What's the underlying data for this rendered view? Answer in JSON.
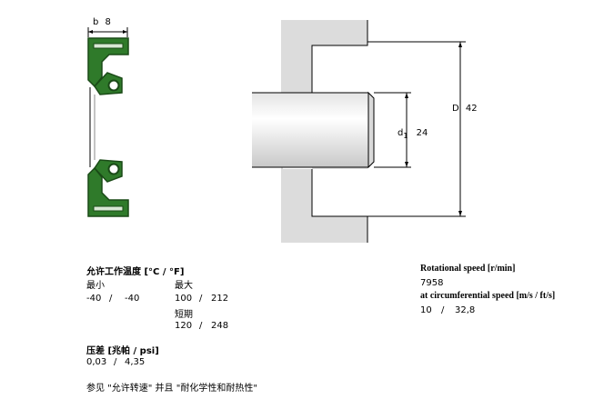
{
  "seal_section": {
    "b_label": "b",
    "b_value": "8"
  },
  "installation": {
    "d1_label": "d",
    "d1_sub": "1",
    "d1_value": "24",
    "D_label": "D",
    "D_value": "42"
  },
  "temperature": {
    "heading": "允许工作温度 [°C / °F]",
    "min_label": "最小",
    "max_label": "最大",
    "min_c": "-40",
    "min_sep": "/",
    "min_f": "-40",
    "max_c": "100",
    "max_sep": "/",
    "max_f": "212",
    "short_label": "短期",
    "short_c": "120",
    "short_sep": "/",
    "short_f": "248"
  },
  "pressure": {
    "heading": "压差 [兆帕 / psi]",
    "v1": "0,03",
    "sep": "/",
    "v2": "4,35"
  },
  "note": "参见 \"允许转速\" 并且 \"耐化学性和耐热性\"",
  "speed": {
    "rot_heading": "Rotational speed [r/min]",
    "rot_value": "7958",
    "circ_heading": "at circumferential speed [m/s / ft/s]",
    "circ_v1": "10",
    "circ_sep": "/",
    "circ_v2": "32,8"
  },
  "colors": {
    "seal_green": "#2f7a2a",
    "seal_dark": "#1a4a17",
    "housing_gray": "#dcdcdc",
    "shaft_light": "#f4f4f4"
  }
}
